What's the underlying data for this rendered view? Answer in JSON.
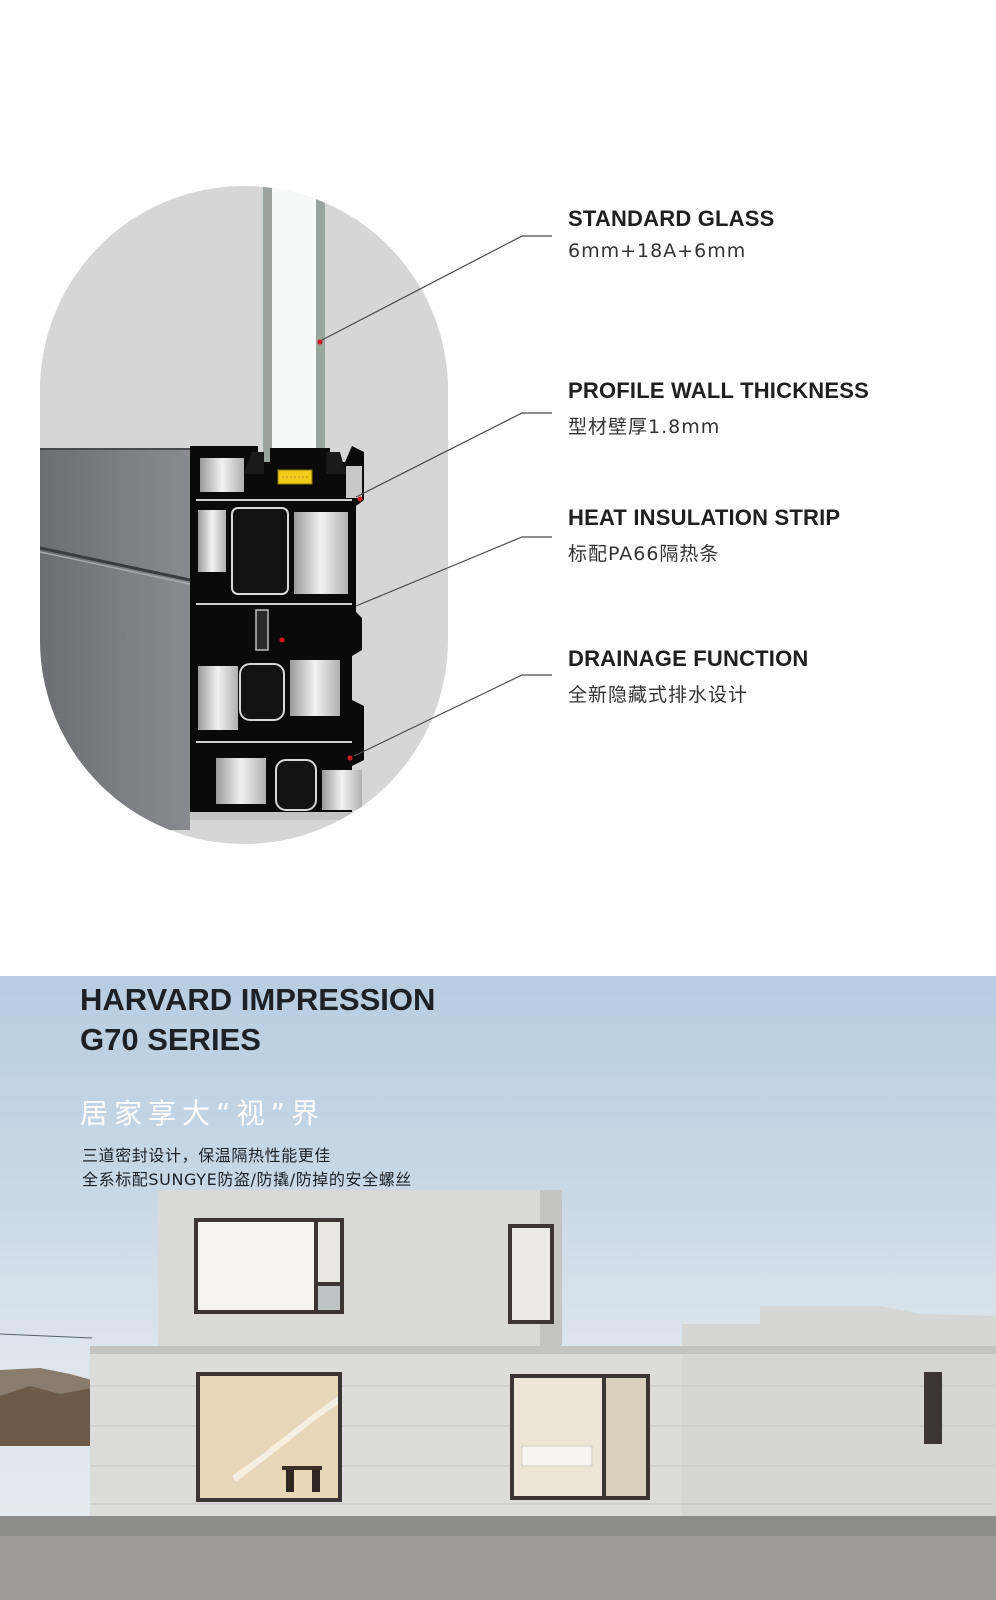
{
  "callouts": [
    {
      "title": "STANDARD GLASS",
      "subtitle": "6mm+18A+6mm"
    },
    {
      "title": "PROFILE WALL THICKNESS",
      "subtitle": "型材壁厚1.8mm"
    },
    {
      "title": "HEAT INSULATION STRIP",
      "subtitle": "标配PA66隔热条"
    },
    {
      "title": "DRAINAGE FUNCTION",
      "subtitle": "全新隐藏式排水设计"
    }
  ],
  "product": {
    "line1": "HARVARD IMPRESSION",
    "line2": "G70 SERIES",
    "slogan": "居家享大“视”界",
    "desc1": "三道密封设计，保温隔热性能更佳",
    "desc2": "全系标配SUNGYE防盗/防撬/防掉的安全螺丝"
  },
  "colors": {
    "profile": "#0a0a0a",
    "frame_face": "#7c7c80",
    "glass": "#c2cac6",
    "strip": "#f2cc1a",
    "accent_dot": "#d01c1c",
    "sky": "#b7cde0"
  }
}
